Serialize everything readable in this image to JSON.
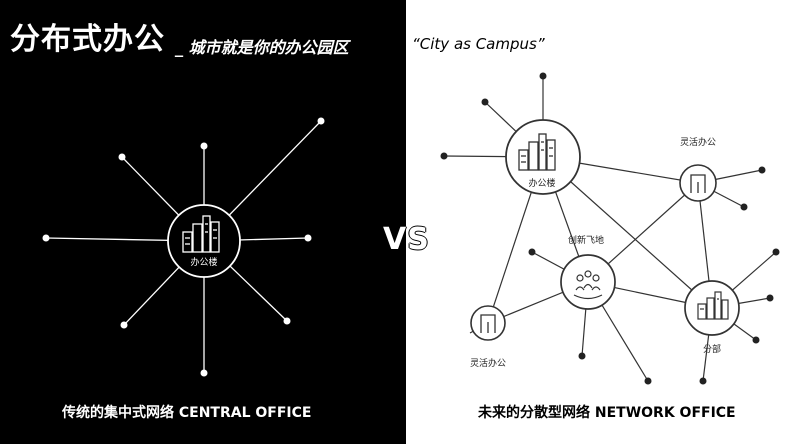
{
  "title": {
    "main": "分布式办公",
    "sub": "_ 城市就是你的办公园区",
    "en": "“City as Campus”"
  },
  "vs_label": "VS",
  "left": {
    "caption": "传统的集中式网络 CENTRAL OFFICE",
    "hub_label": "办公楼",
    "hub_icon": "office-building-icon"
  },
  "right": {
    "caption": "未来的分散型网络 NETWORK OFFICE",
    "nodes": {
      "office": "办公楼",
      "flex_top": "灵活办公",
      "coworking": "创新飞地",
      "flex_bottom": "灵活办公",
      "branch": "分部"
    }
  },
  "colors": {
    "left_bg": "#000000",
    "right_bg": "#ffffff",
    "line_light": "#ffffff",
    "line_dark": "#333333"
  }
}
